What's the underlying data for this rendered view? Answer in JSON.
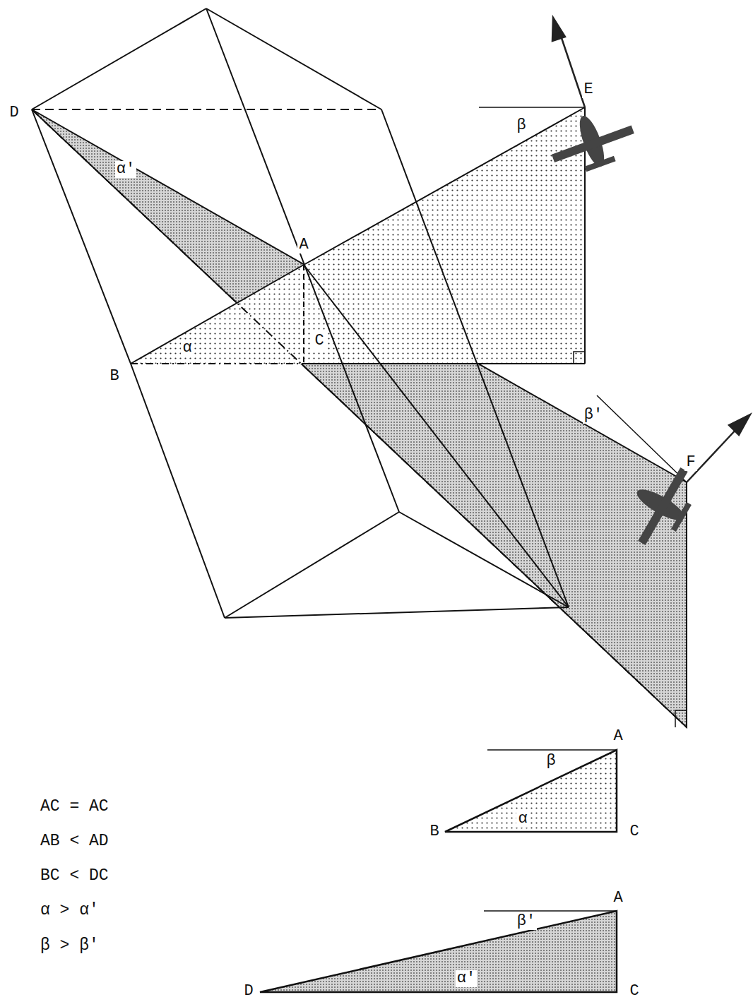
{
  "diagram": {
    "labels": [
      "D",
      "E",
      "β",
      "α'",
      "A",
      "α",
      "C",
      "B",
      "β'",
      "F",
      "A",
      "β",
      "B",
      "α",
      "C",
      "A",
      "β'",
      "α'",
      "D",
      "C",
      "AC = AC",
      "AB < AD",
      "BC < DC",
      "α > α'",
      "β > β'"
    ]
  }
}
